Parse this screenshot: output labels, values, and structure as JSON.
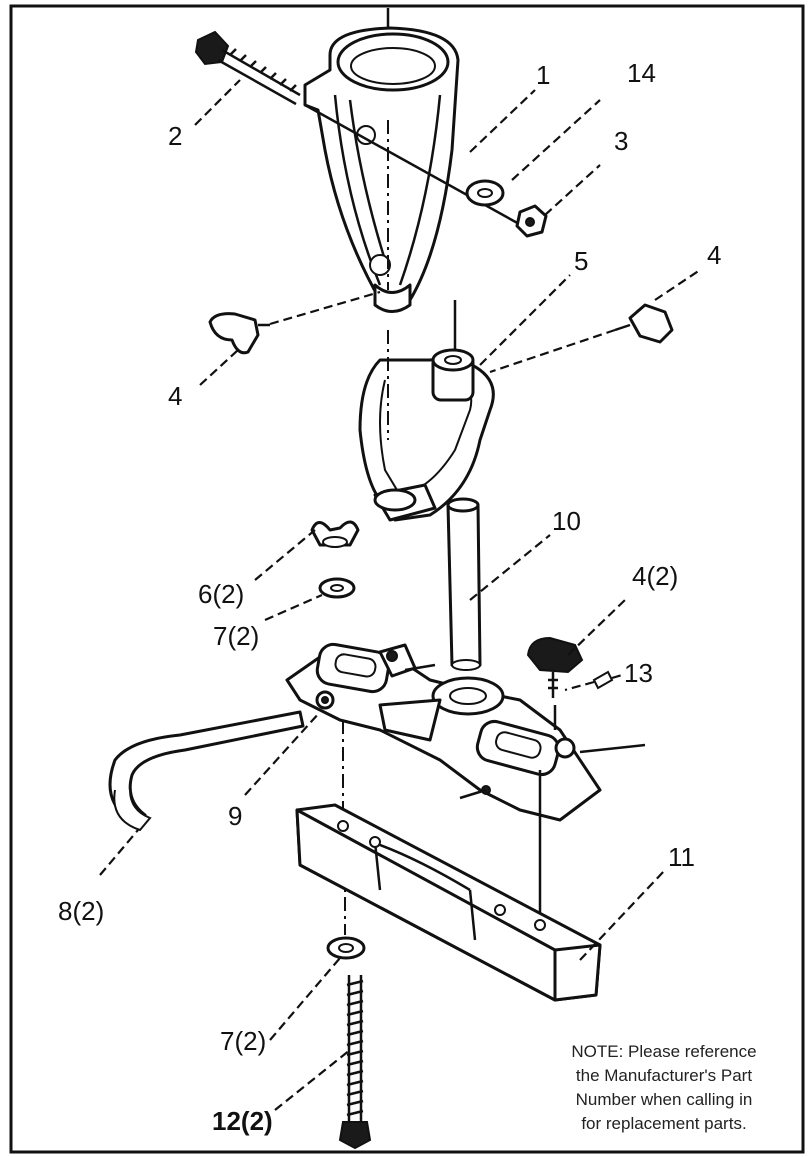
{
  "callouts": {
    "c1": "1",
    "c2": "2",
    "c3": "3",
    "c4a": "4",
    "c4b": "4",
    "c5": "5",
    "c6": "6(2)",
    "c7a": "7(2)",
    "c4c": "4(2)",
    "c13": "13",
    "c10": "10",
    "c9": "9",
    "c8": "8(2)",
    "c11": "11",
    "c7b": "7(2)",
    "c12": "12(2)",
    "c14": "14"
  },
  "note": {
    "line1": "NOTE: Please reference",
    "line2": "the Manufacturer's Part",
    "line3": "Number when calling in",
    "line4": "for replacement parts."
  }
}
